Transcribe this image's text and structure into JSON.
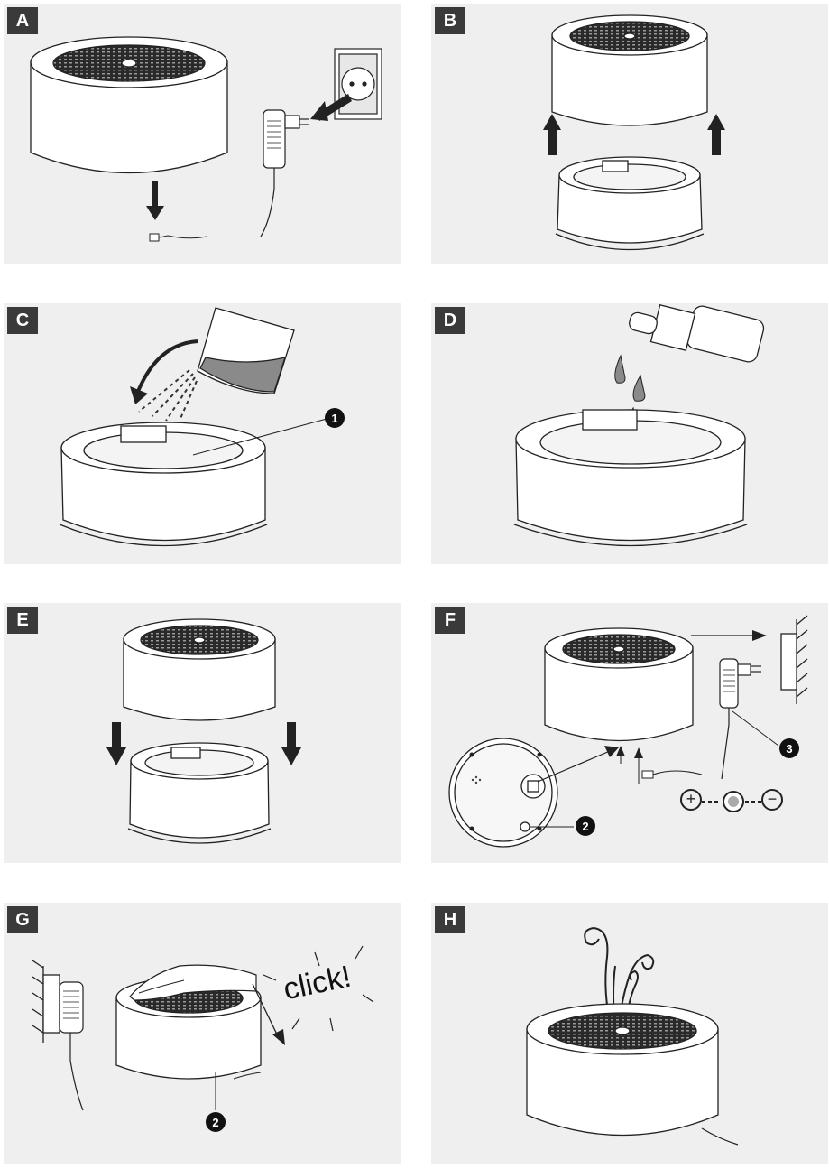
{
  "panels": [
    {
      "label": "A"
    },
    {
      "label": "B"
    },
    {
      "label": "C",
      "badge": "1"
    },
    {
      "label": "D"
    },
    {
      "label": "E"
    },
    {
      "label": "F",
      "badge_left": "2",
      "badge_right": "3",
      "polarity": [
        "+",
        "−"
      ]
    },
    {
      "label": "G",
      "badge": "2",
      "click_text": "click!"
    },
    {
      "label": "H"
    }
  ],
  "colors": {
    "panel_bg": "#efefef",
    "label_bg": "#3a3a3a",
    "line": "#222222"
  }
}
